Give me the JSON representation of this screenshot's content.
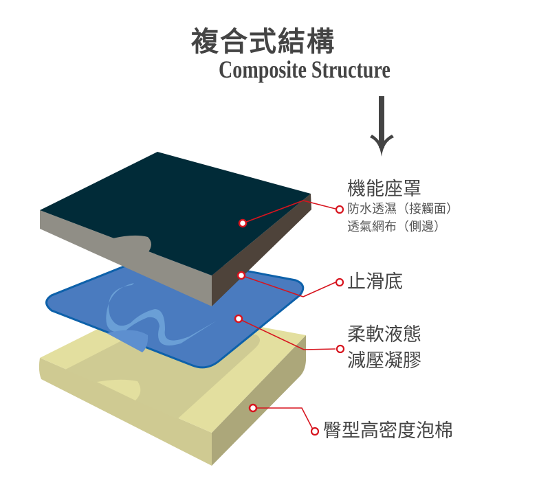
{
  "title": {
    "zh": "複合式結構",
    "en": "Composite Structure"
  },
  "colors": {
    "text": "#444444",
    "accent_red": "#d7141e",
    "cover_top": "#012b38",
    "cover_front": "#908e86",
    "cover_side": "#4e433a",
    "gel_fill": "#4a7bbf",
    "gel_border": "#0d61aa",
    "gel_highlight": "#6a9fd6",
    "foam_top": "#e3df9f",
    "foam_top_shade": "#cfcb93",
    "foam_front": "#cfca92",
    "foam_side": "#aca77a"
  },
  "layers": [
    {
      "id": "cover",
      "label": "機能座罩",
      "details": [
        "防水透濕（接觸面）",
        "透氣網布（側邊）"
      ]
    },
    {
      "id": "anti-slip",
      "label": "止滑底",
      "details": []
    },
    {
      "id": "gel",
      "label_lines": [
        "柔軟液態",
        "減壓凝膠"
      ]
    },
    {
      "id": "foam",
      "label": "臀型高密度泡棉"
    }
  ],
  "arrow": {
    "icon": "down-arrow-icon"
  }
}
